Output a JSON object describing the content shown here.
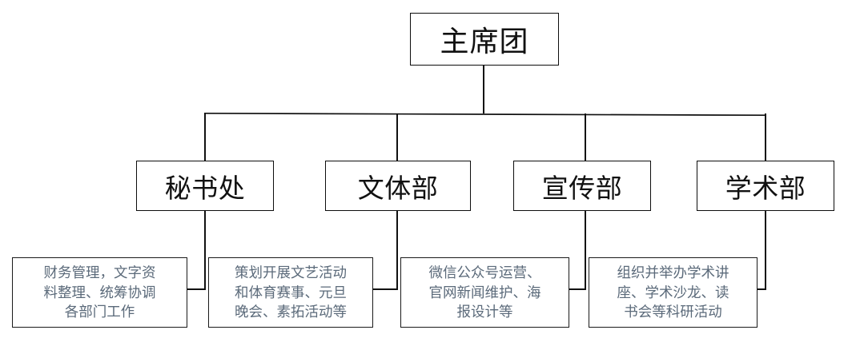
{
  "diagram": {
    "title_text": "主席团",
    "root": {
      "label": "主席团",
      "name": "presidium"
    },
    "departments": [
      {
        "label": "秘书处",
        "name": "secretariat",
        "description": "财务管理，文字资\n料整理、统筹协调\n各部门工作"
      },
      {
        "label": "文体部",
        "name": "culture-sports",
        "description": "策划开展文艺活动\n和体育赛事、元旦\n晚会、素拓活动等"
      },
      {
        "label": "宣传部",
        "name": "publicity",
        "description": "微信公众号运营、\n官网新闻维护、海\n报设计等"
      },
      {
        "label": "学术部",
        "name": "academic",
        "description": "组织并举办学术讲\n座、学术沙龙、读\n书会等科研活动"
      }
    ],
    "colors": {
      "box_border": "#0d0d0d",
      "box_fill": "#ffffff",
      "node_text": "#111111",
      "description_text": "#5b6a7a",
      "connector": "#111111",
      "page_background": "#ffffff"
    }
  }
}
